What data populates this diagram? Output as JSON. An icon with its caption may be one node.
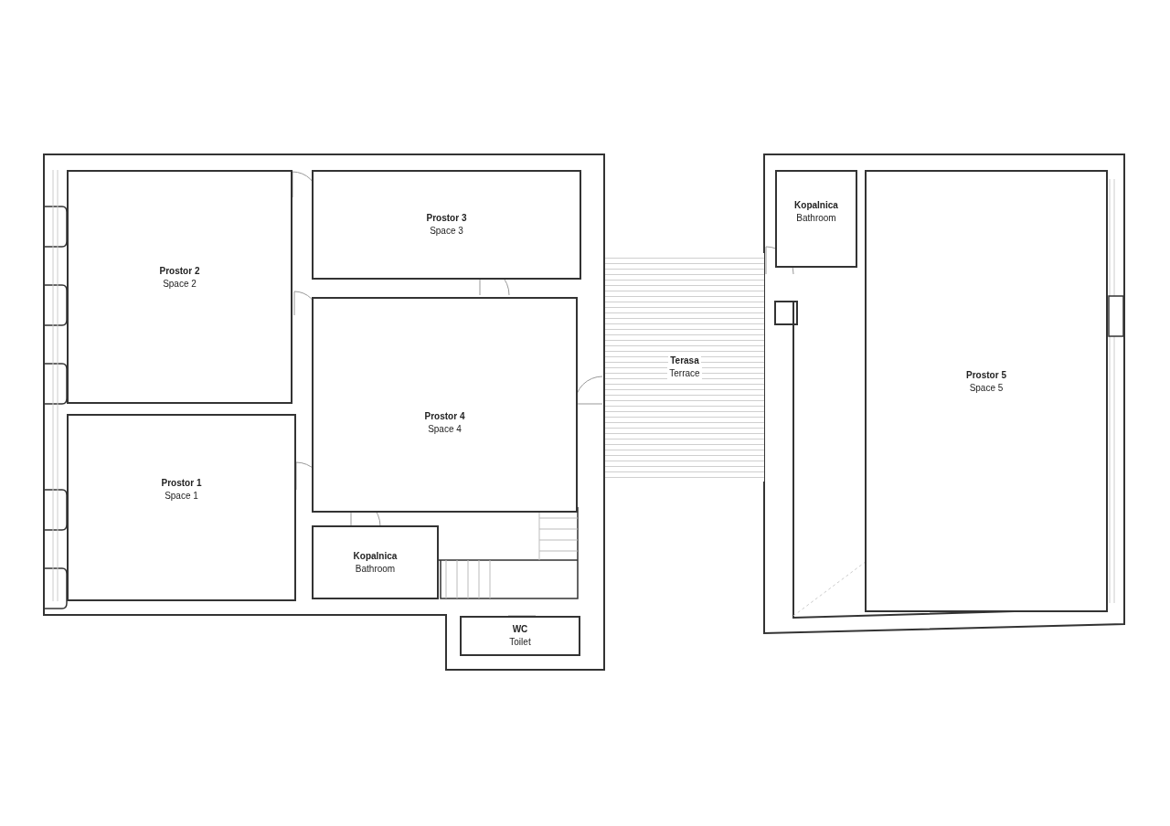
{
  "diagram": {
    "nodes": [
      {
        "text": [
          "Prostor 2",
          "Space 2"
        ]
      },
      {
        "text": [
          "Prostor 3",
          "Space 3"
        ]
      },
      {
        "text": [
          "Prostor 4",
          "Space 4"
        ]
      },
      {
        "text": [
          "Prostor 1",
          "Space 1"
        ]
      },
      {
        "text": [
          "Kopalnica",
          "Bathroom"
        ]
      },
      {
        "text": [
          "WC",
          "Toilet"
        ]
      },
      {
        "text": [
          "Terasa",
          "Terrace"
        ]
      },
      {
        "text": [
          "Kopalnica",
          "Bathroom"
        ]
      },
      {
        "text": [
          "Prostor 5",
          "Space 5"
        ]
      }
    ]
  }
}
